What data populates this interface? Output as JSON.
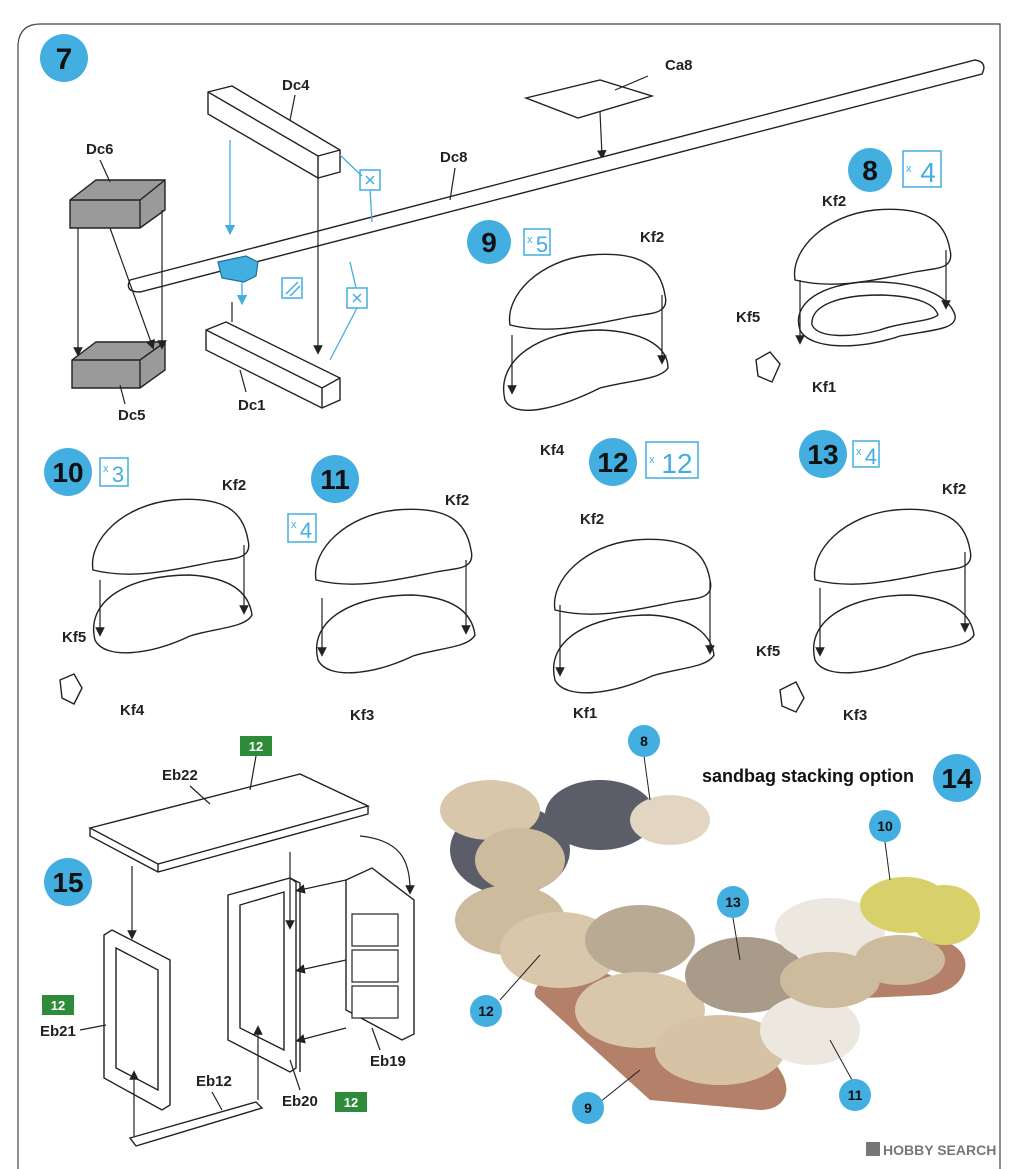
{
  "steps": {
    "s7": {
      "num": "7"
    },
    "s8": {
      "num": "8",
      "qty": "4"
    },
    "s9": {
      "num": "9",
      "qty": "5"
    },
    "s10": {
      "num": "10",
      "qty": "3"
    },
    "s11": {
      "num": "11",
      "qty": "4"
    },
    "s12": {
      "num": "12",
      "qty": "12"
    },
    "s13": {
      "num": "13",
      "qty": "4"
    },
    "s14": {
      "num": "14",
      "title": "sandbag stacking option"
    },
    "s15": {
      "num": "15"
    }
  },
  "mult_prefix": "x",
  "parts": {
    "ca8": "Ca8",
    "dc4": "Dc4",
    "dc6": "Dc6",
    "dc8": "Dc8",
    "dc5": "Dc5",
    "dc1": "Dc1",
    "kf1": "Kf1",
    "kf2": "Kf2",
    "kf3": "Kf3",
    "kf4": "Kf4",
    "kf5": "Kf5",
    "eb12": "Eb12",
    "eb19": "Eb19",
    "eb20": "Eb20",
    "eb21": "Eb21",
    "eb22": "Eb22"
  },
  "paint_badge": "12",
  "callouts": {
    "c8": "8",
    "c9": "9",
    "c10": "10",
    "c11": "11",
    "c12": "12",
    "c13": "13"
  },
  "watermark": "HOBBY SEARCH",
  "colors": {
    "accent_blue": "#43aee0",
    "badge_green": "#2e8b3a",
    "sand_light": "#d9c7ab",
    "sand_dark": "#5b5e68",
    "sand_yellow": "#d8d06a",
    "sand_brown": "#b5806a"
  }
}
